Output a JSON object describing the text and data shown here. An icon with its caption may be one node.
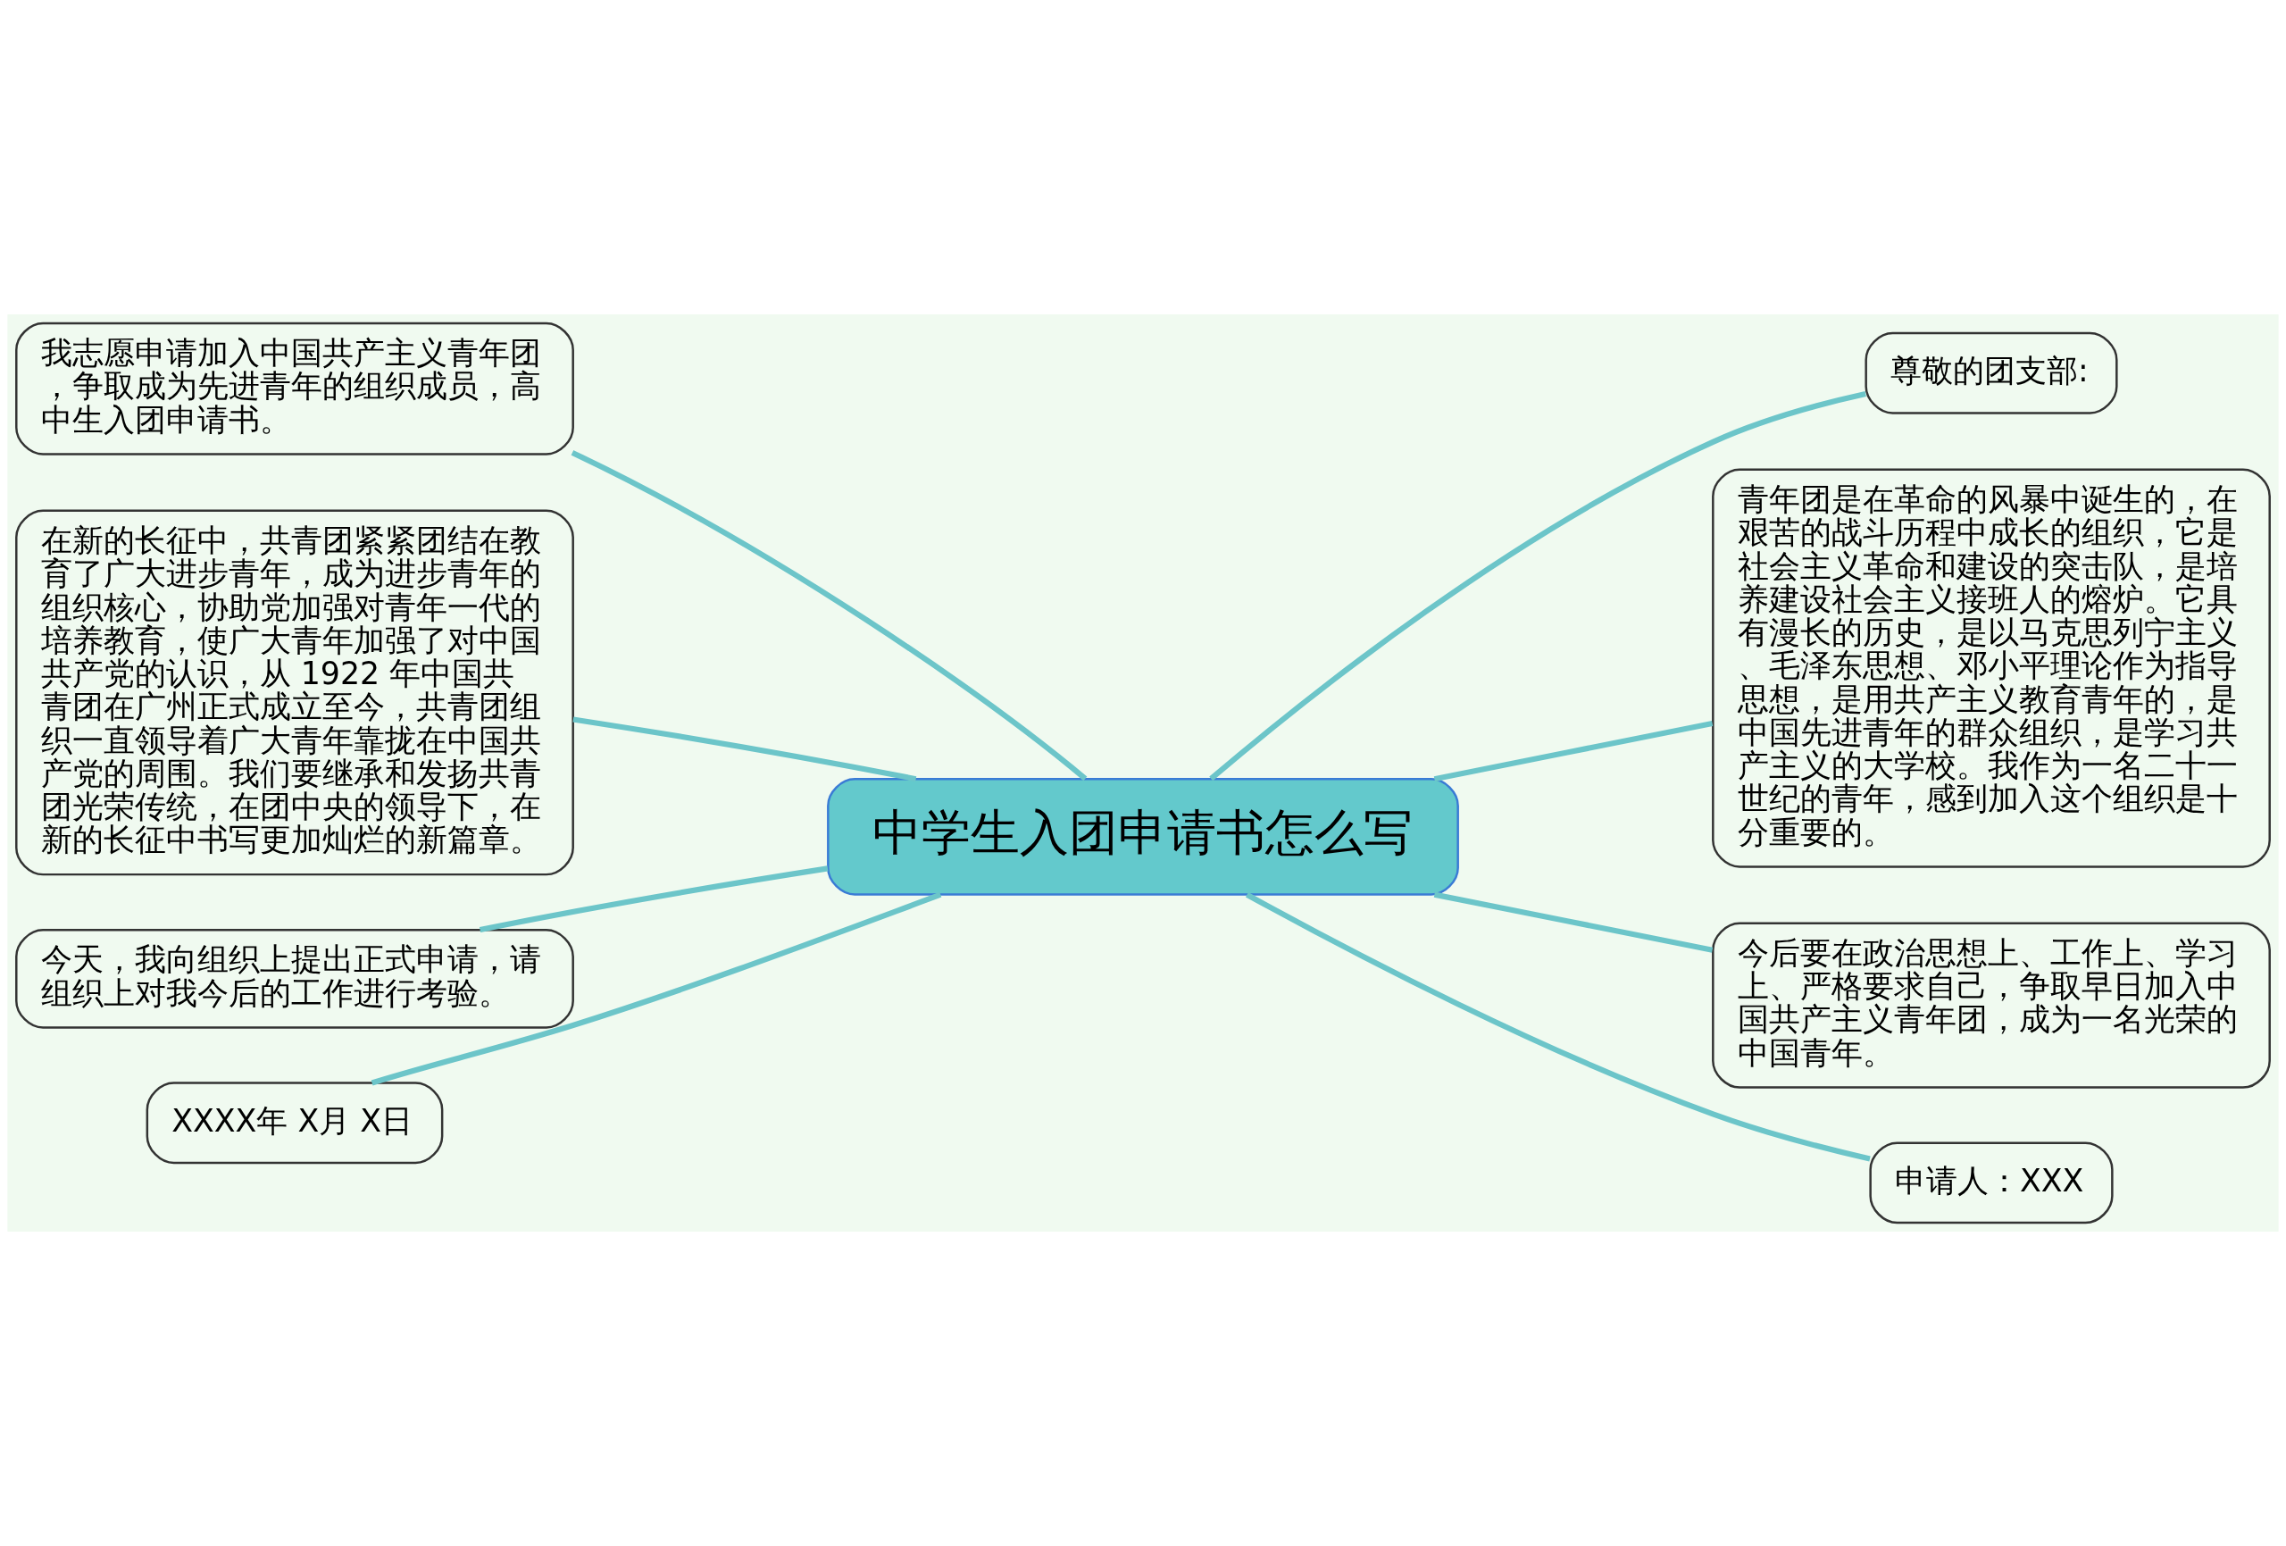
{
  "diagram": {
    "nodes": [
      {
        "text": [
          "中学生入团申请书怎么写"
        ]
      },
      {
        "text": [
          "我志愿申请加入中国共产主义青年团，争取成为先进青年的组织成员，高中生入团申请书。"
        ]
      },
      {
        "text": [
          "在新的长征中，共青团紧紧团结在教育了广大进步青年，成为进步青年的组织核心，协助党加强对青年一代的培养教育，使广大青年加强了对中国共产党的认识，从 1922 年中国共青团在广州正式成立至今，共青团组织一直领导着广大青年靠拢在中国共产党的周围。我们要继承和发扬共青团光荣传统，在团中央的领导下，在新的长征中书写更加灿烂的新篇章。"
        ]
      },
      {
        "text": [
          "今天，我向组织上提出正式申请，请组织上对我今后的工作进行考验。"
        ]
      },
      {
        "text": [
          "XXXX年 X月 X日"
        ]
      },
      {
        "text": [
          "尊敬的团支部:"
        ]
      },
      {
        "text": [
          "青年团是在革命的风暴中诞生的，在艰苦的战斗历程中成长的组织，它是社会主义革命和建设的突击队，是培养建设社会主义接班人的熔炉。它具有漫长的历史，是以马克思列宁主义、毛泽东思想、邓小平理论作为指导思想，是用共产主义教育青年的，是中国先进青年的群众组织，是学习共产主义的大学校。我作为一名二十一世纪的青年，感到加入这个组织是十分重要的。"
        ]
      },
      {
        "text": [
          "今后要在政治思想上、工作上、学习上、严格要求自己，争取早日加入中国共产主义青年团，成为一名光荣的中国青年。"
        ]
      },
      {
        "text": [
          "申请人：XXX"
        ]
      }
    ],
    "edges": [
      {
        "from": 0,
        "to": 1,
        "arrow": "none"
      },
      {
        "from": 0,
        "to": 2,
        "arrow": "none"
      },
      {
        "from": 0,
        "to": 3,
        "arrow": "none"
      },
      {
        "from": 0,
        "to": 4,
        "arrow": "none"
      },
      {
        "from": 0,
        "to": 5,
        "arrow": "none"
      },
      {
        "from": 0,
        "to": 6,
        "arrow": "none"
      },
      {
        "from": 0,
        "to": 7,
        "arrow": "none"
      },
      {
        "from": 0,
        "to": 8,
        "arrow": "none"
      }
    ]
  }
}
